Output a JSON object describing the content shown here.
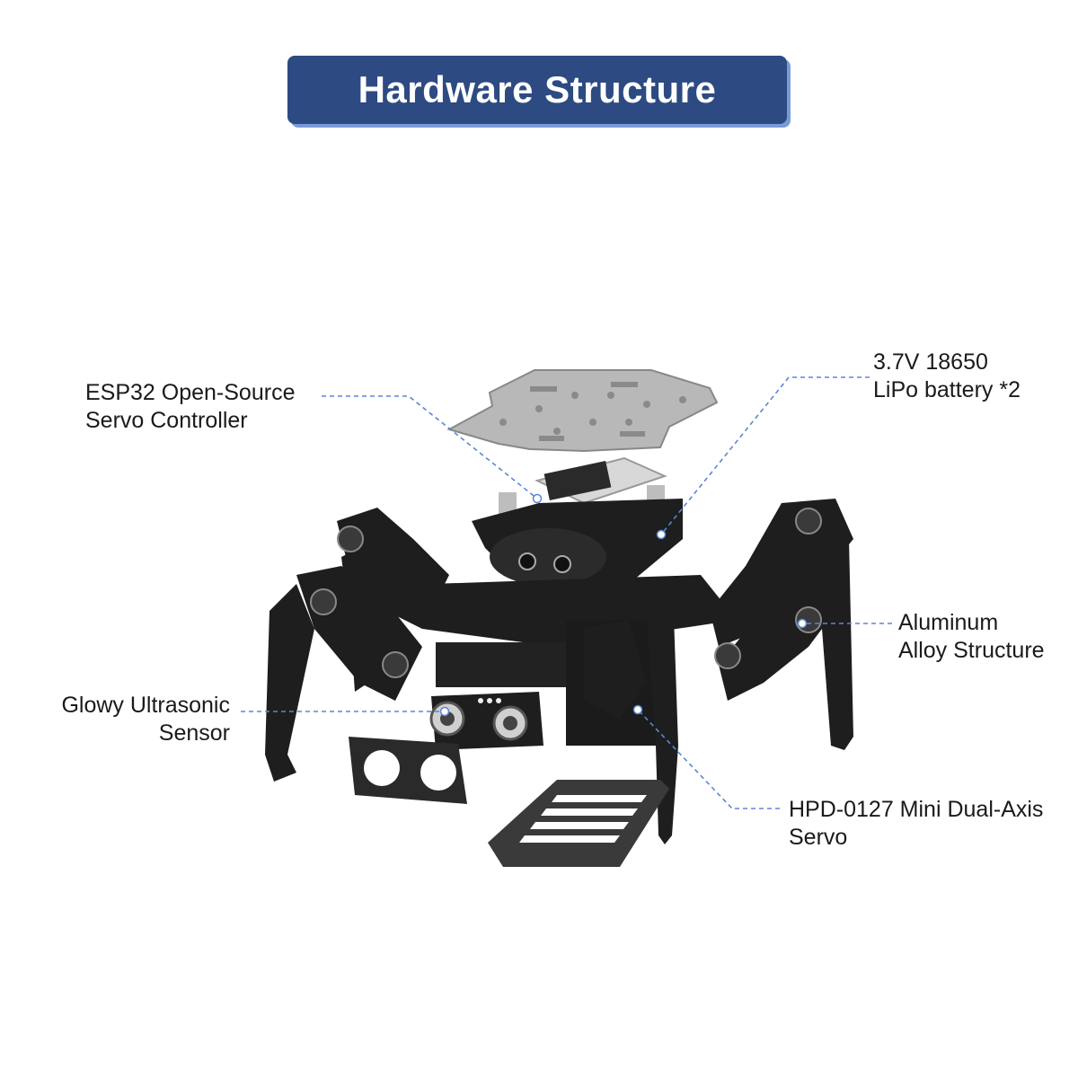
{
  "title": "Hardware Structure",
  "callouts": {
    "esp32": {
      "line1": "ESP32 Open-Source",
      "line2": "Servo Controller"
    },
    "battery": {
      "line1": "3.7V 18650",
      "line2": "LiPo battery *2"
    },
    "aluminum": {
      "line1": "Aluminum",
      "line2": "Alloy Structure"
    },
    "ultrasonic": {
      "line1": "Glowy Ultrasonic",
      "line2": "Sensor"
    },
    "servo": {
      "line1": "HPD-0127 Mini Dual-Axis",
      "line2": "Servo"
    }
  },
  "colors": {
    "banner": "#2d4a82",
    "banner_shadow": "#7a9ad6",
    "leader_line": "#5b86d6",
    "robot_dark": "#1e1e1e",
    "plate_silver": "#b8b8b8"
  }
}
